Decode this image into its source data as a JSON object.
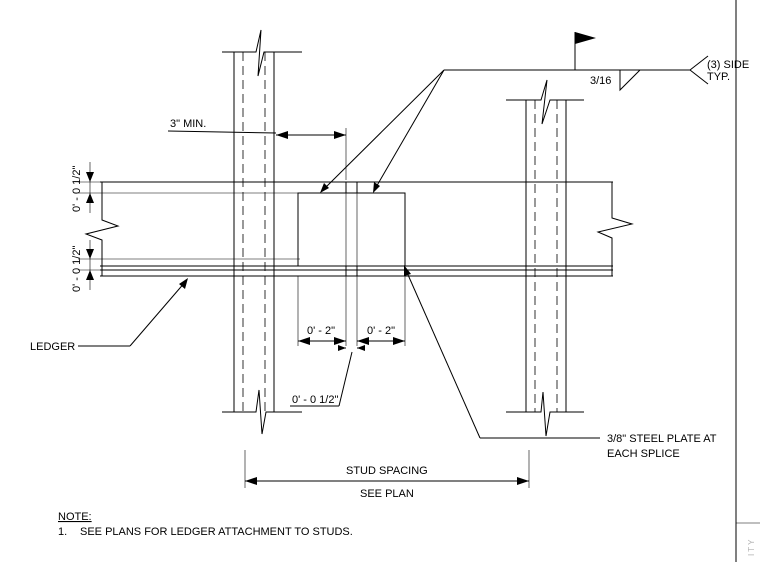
{
  "labels": {
    "weld_size": "3/16",
    "weld_note_line1": "(3) SIDE",
    "weld_note_line2": "TYP.",
    "min_dim": "3\" MIN.",
    "ledger_gap_top": "0' - 0 1/2\"",
    "ledger_gap_bottom": "0' - 0 1/2\"",
    "ledger": "LEDGER",
    "plate_left": "0' - 2\"",
    "plate_right": "0' - 2\"",
    "splice_gap": "0' - 0 1/2\"",
    "plate_note_line1": "3/8\" STEEL PLATE AT",
    "plate_note_line2": "EACH SPLICE",
    "stud_spacing": "STUD SPACING",
    "see_plan": "SEE PLAN",
    "note_heading": "NOTE:",
    "note_1_num": "1.",
    "note_1_text": "SEE PLANS FOR LEDGER ATTACHMENT TO STUDS.",
    "title_block_fragment": "ITY"
  },
  "colors": {
    "line": "#000000",
    "background": "#ffffff",
    "faint_text": "#b0b0b0"
  }
}
